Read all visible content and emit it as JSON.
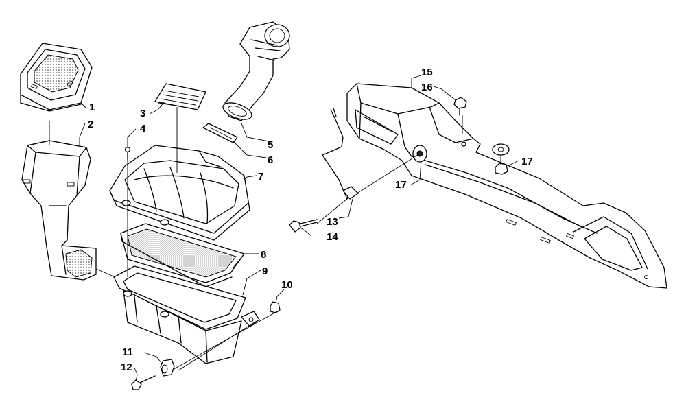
{
  "labels": {
    "l1": "1",
    "l2": "2",
    "l3": "3",
    "l4": "4",
    "l5": "5",
    "l6": "6",
    "l7": "7",
    "l8": "8",
    "l9": "9",
    "l10": "10",
    "l11": "11",
    "l12": "12",
    "l13": "13",
    "l14": "14",
    "l15": "15",
    "l16": "16",
    "l17a": "17",
    "l17b": "17"
  }
}
